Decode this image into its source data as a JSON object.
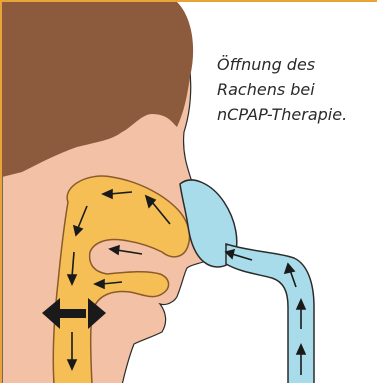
{
  "caption": {
    "lines": [
      "Öffnung des",
      "Rachens bei",
      "nCPAP-Therapie."
    ]
  },
  "colors": {
    "frame": "#e8a437",
    "skin": "#f2c1a6",
    "hair": "#8c5a3c",
    "airway": "#f6bf55",
    "airway_outline": "#8b5a2b",
    "tube": "#a9dcea",
    "tube_outline": "#2b2b2b",
    "arrow": "#1a1a1a"
  },
  "icons": [
    "head-silhouette",
    "hair-shape",
    "airway-passage",
    "nasal-mask",
    "ventilation-tube",
    "airflow-arrows",
    "expansion-arrow"
  ]
}
